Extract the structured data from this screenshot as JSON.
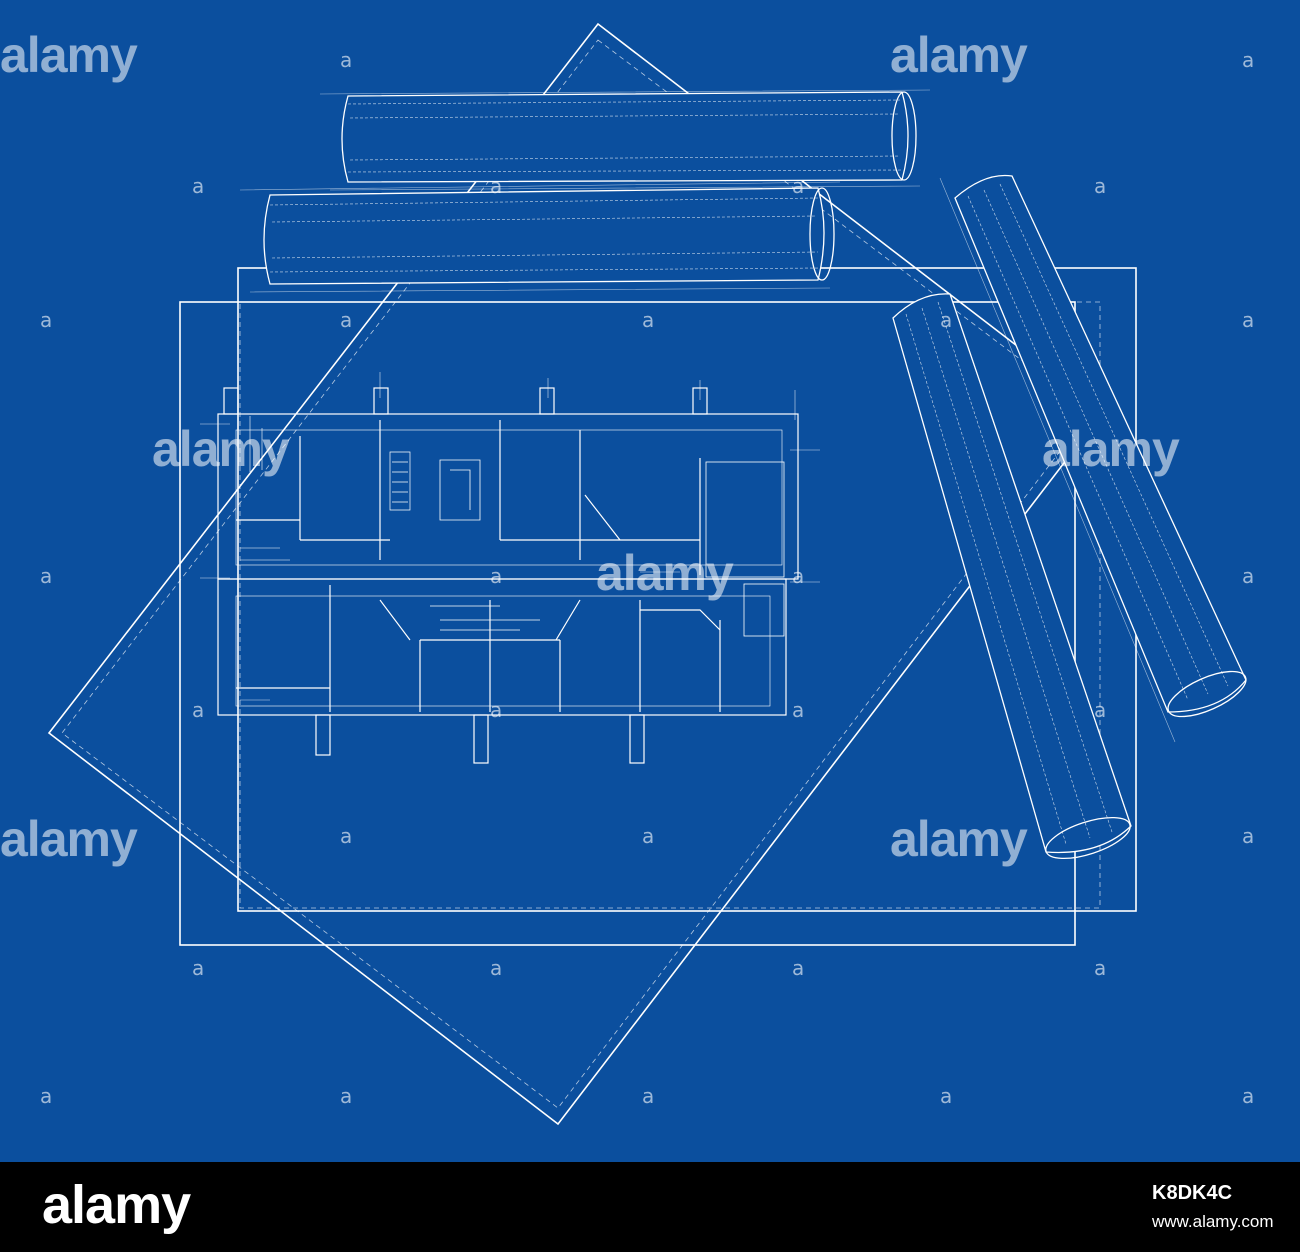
{
  "watermark": {
    "text": "alamy",
    "mark": "a"
  },
  "footer": {
    "logo": "alamy",
    "image_id": "K8DK4C",
    "url": "www.alamy.com"
  },
  "colors": {
    "background": "#0b4f9e",
    "lines": "#ffffff",
    "footer": "#000000"
  }
}
